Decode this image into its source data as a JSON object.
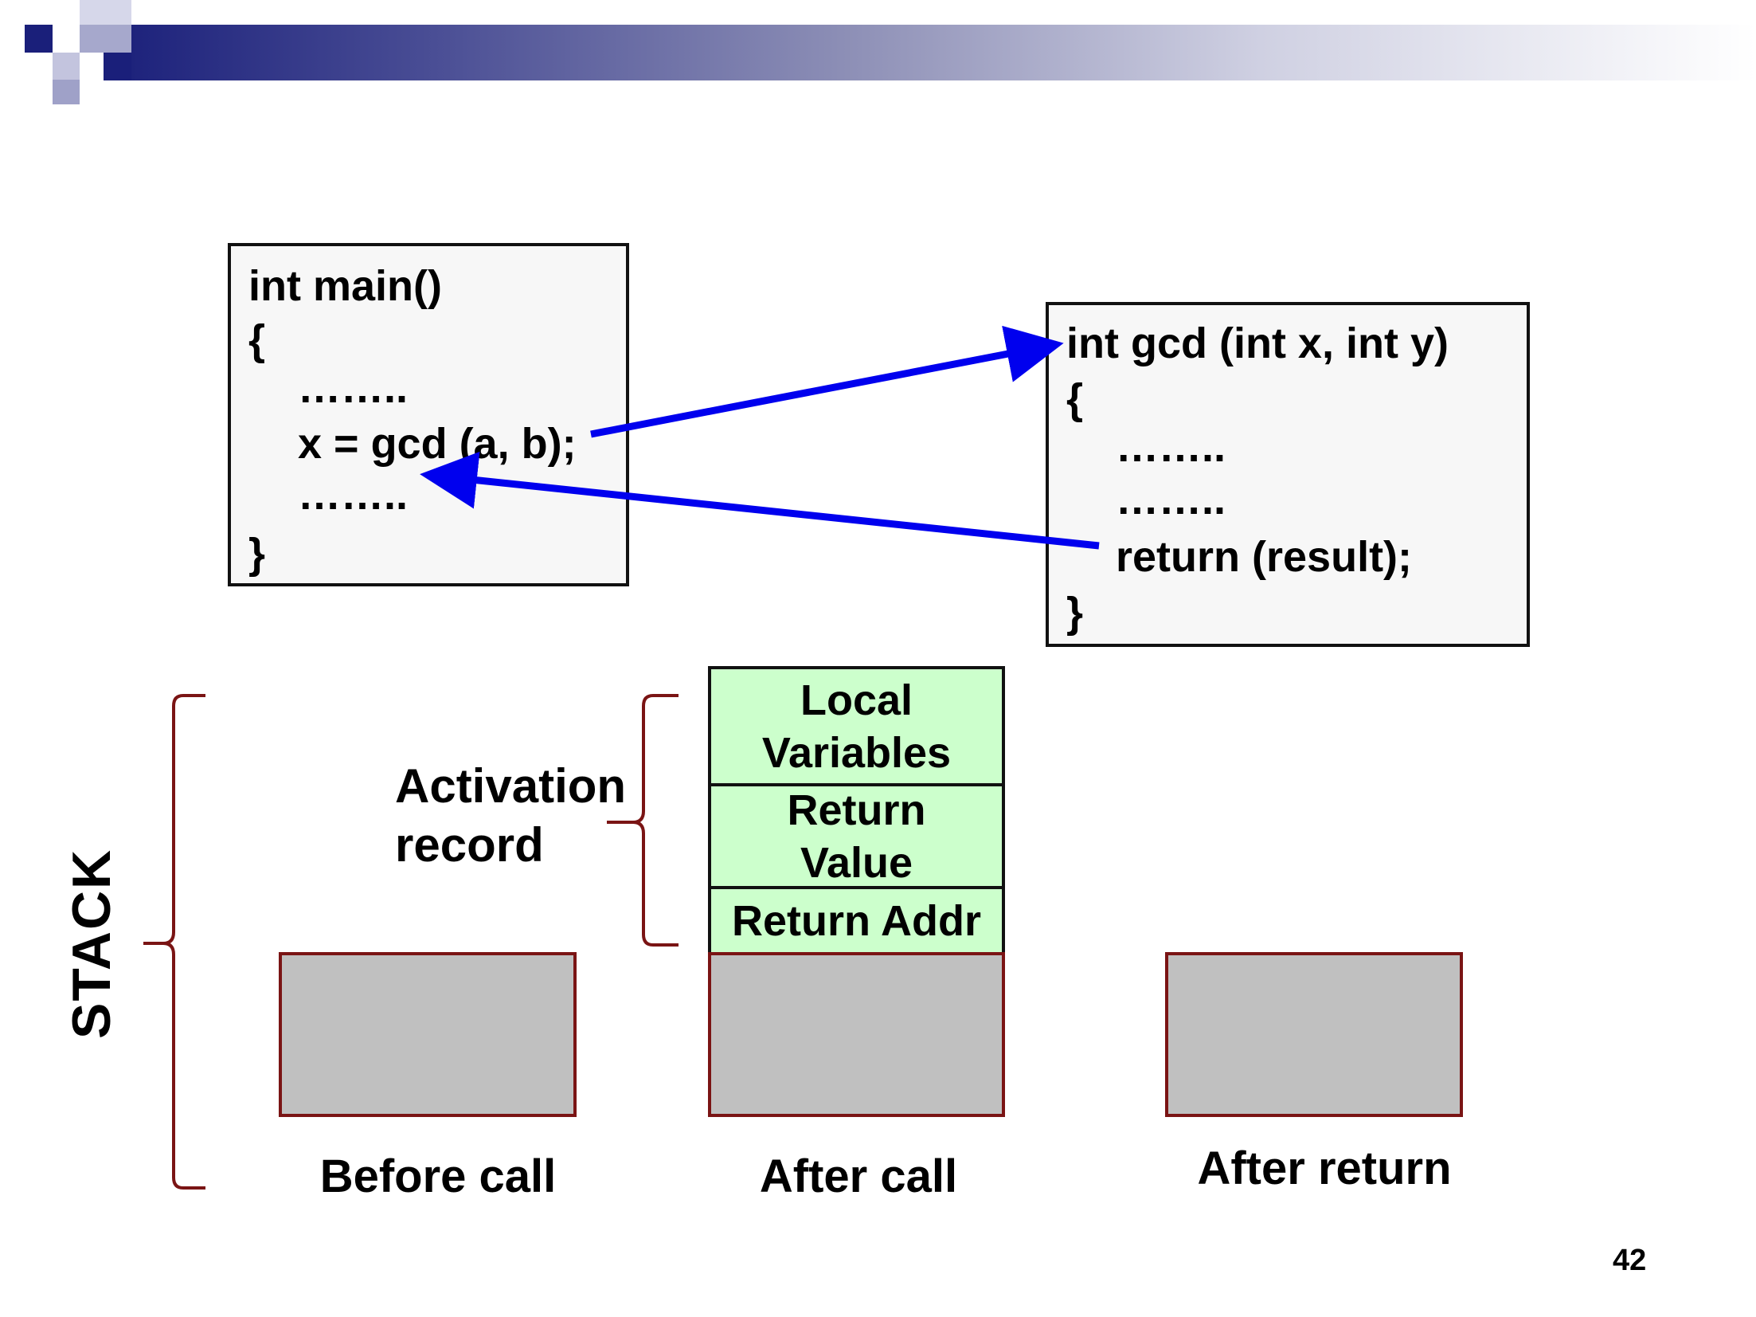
{
  "main_code": {
    "lines": [
      "int main()",
      "{",
      "……..",
      "x = gcd (a, b);",
      "……..",
      "}"
    ]
  },
  "gcd_code": {
    "lines": [
      "int gcd (int x, int y)",
      "{",
      "……..",
      "……..",
      "return (result);",
      "}"
    ]
  },
  "activation": {
    "label_line1": "Activation",
    "label_line2": "record",
    "cells": [
      "Local Variables",
      "Return Value",
      "Return Addr"
    ]
  },
  "stack_label": "STACK",
  "captions": {
    "before": "Before call",
    "after": "After call",
    "return": "After return"
  },
  "page_number": "42",
  "colors": {
    "arrow": "#0000ee",
    "brace": "#7a1414",
    "cell_fill": "#ccffcc",
    "stack_fill": "#c0c0c0",
    "box_border": "#7a1414"
  }
}
